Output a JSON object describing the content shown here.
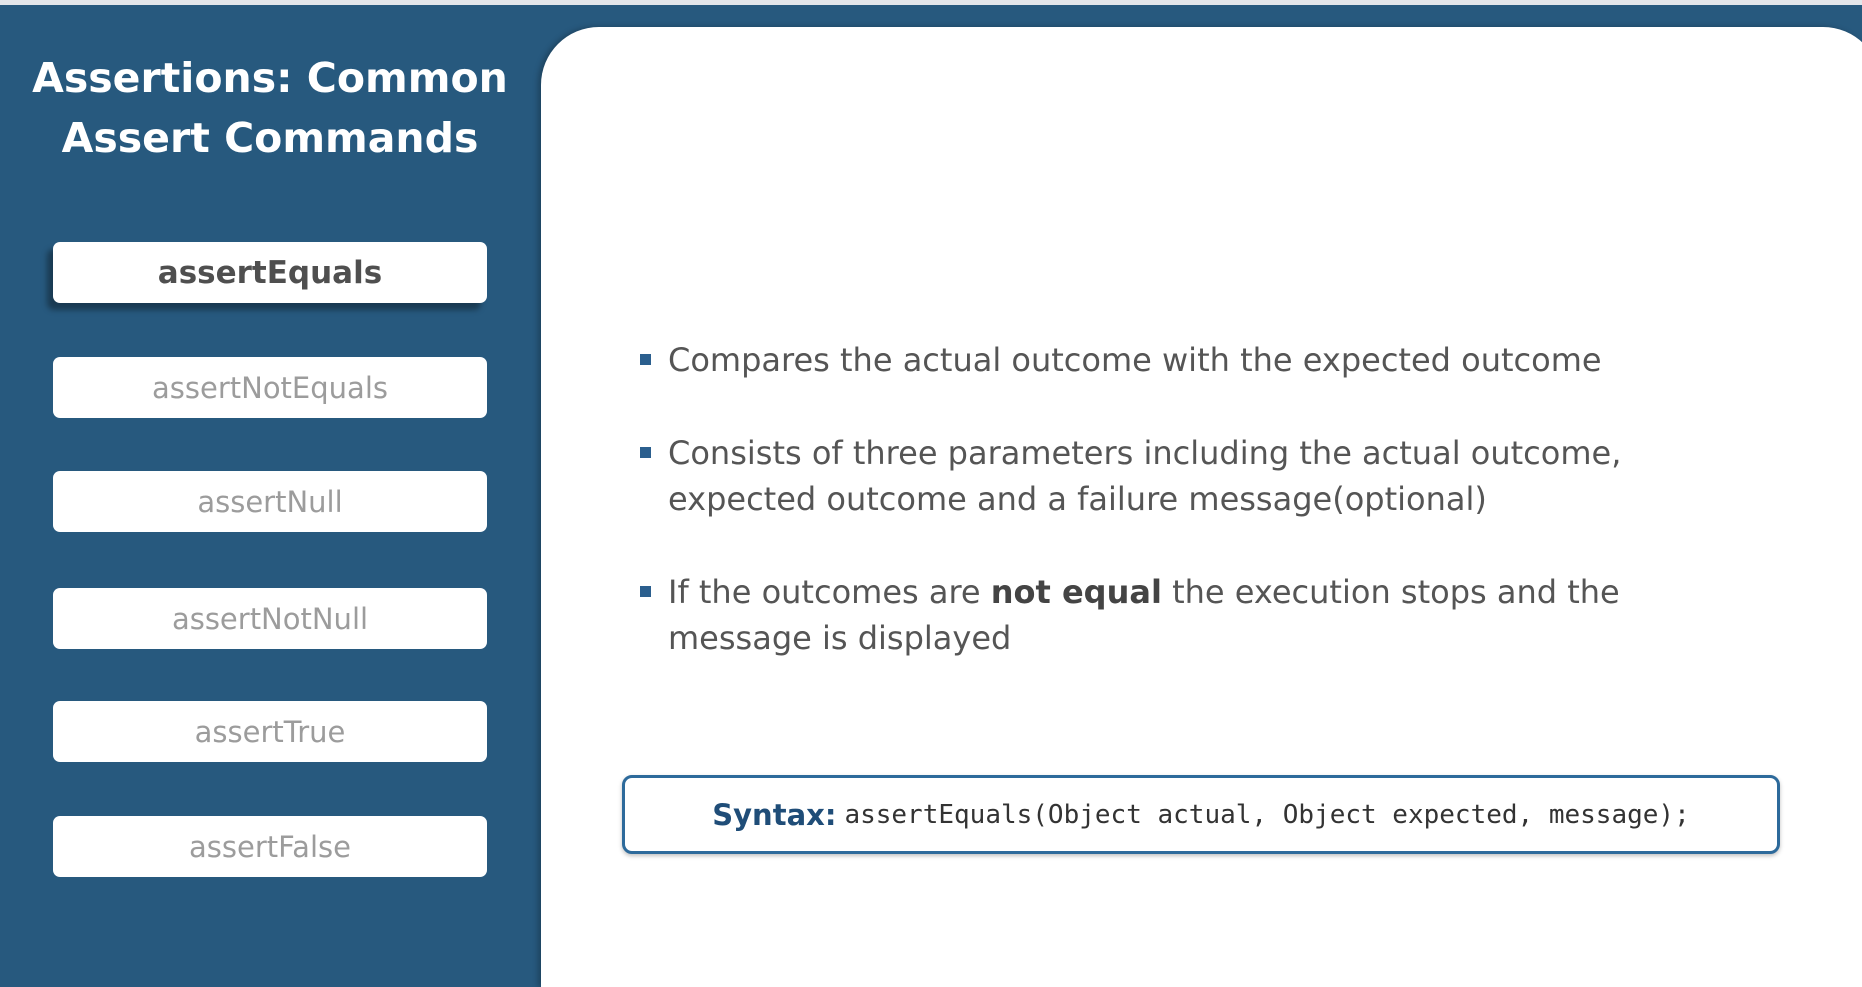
{
  "sidebar": {
    "title_line1": "Assertions: Common",
    "title_line2": "Assert Commands",
    "items": [
      {
        "label": "assertEquals",
        "active": true
      },
      {
        "label": "assertNotEquals",
        "active": false
      },
      {
        "label": "assertNull",
        "active": false
      },
      {
        "label": "assertNotNull",
        "active": false
      },
      {
        "label": "assertTrue",
        "active": false
      },
      {
        "label": "assertFalse",
        "active": false
      }
    ]
  },
  "content": {
    "bullets": [
      {
        "text": "Compares the actual outcome with the expected outcome"
      },
      {
        "line1": "Consists of three parameters including the actual outcome,",
        "line2": "expected outcome and a failure message(optional)"
      },
      {
        "pre": "If the outcomes are ",
        "bold": "not equal",
        "post": " the execution stops and the",
        "line2": "message is displayed"
      }
    ],
    "syntax_label": "Syntax:",
    "syntax_code": "assertEquals(Object actual, Object expected, message);"
  },
  "colors": {
    "background": "#27597e",
    "bullet_marker": "#2b5f8e",
    "syntax_border": "#2d6a9b"
  }
}
